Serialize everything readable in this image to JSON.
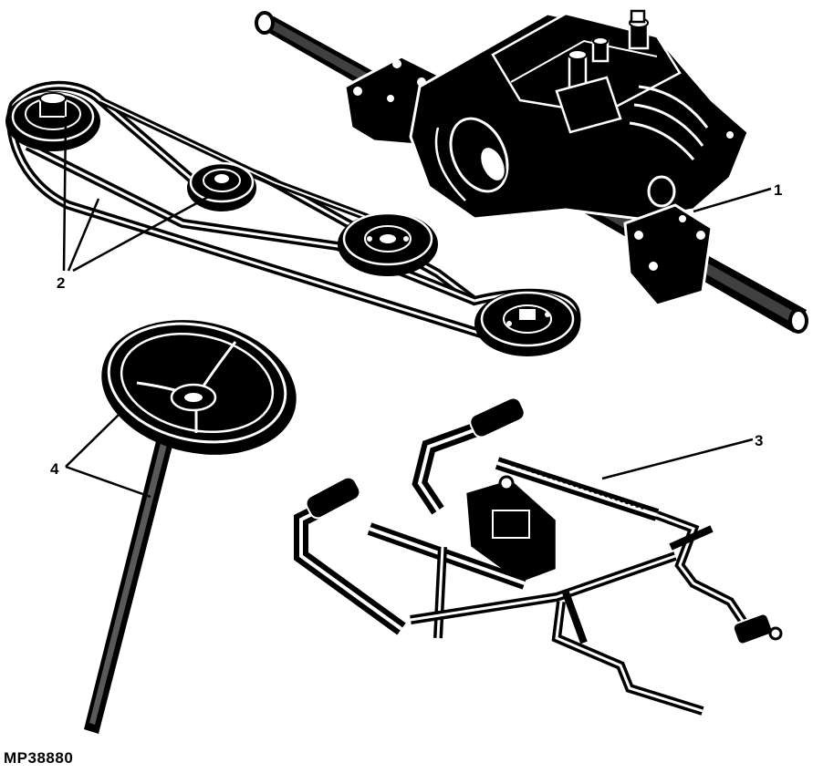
{
  "figure": {
    "id": "MP38880"
  },
  "callouts": [
    {
      "number": "1",
      "part": "transaxle"
    },
    {
      "number": "2",
      "part": "drive-belt-pulleys"
    },
    {
      "number": "3",
      "part": "control-linkage"
    },
    {
      "number": "4",
      "part": "steering-wheel"
    }
  ],
  "colors": {
    "ink": "#000000",
    "paper": "#ffffff"
  }
}
